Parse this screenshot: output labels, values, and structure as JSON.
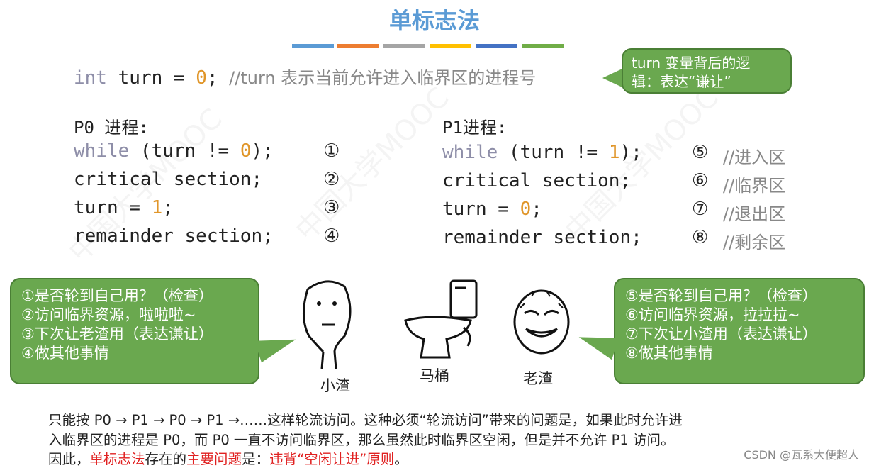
{
  "title": "单标志法",
  "colors": [
    "#5b9bd5",
    "#ed7d31",
    "#a5a5a5",
    "#ffc000",
    "#4472c4",
    "#70ad47"
  ],
  "init_line": {
    "kw": "int",
    "rest": " turn = ",
    "num": "0",
    "end": "; ",
    "comment": "//turn 表示当前允许进入临界区的进程号"
  },
  "top_bubble": {
    "line1": "turn 变量背后的逻",
    "line2": "辑：表达“谦让”"
  },
  "p0": {
    "title": "P0 进程:",
    "while_kw": "while",
    "while_pre": " (turn != ",
    "while_num": "0",
    "while_post": ");",
    "critical": "critical section;",
    "turn_pre": "turn = ",
    "turn_num": "1",
    "turn_post": ";",
    "remainder": "remainder section;",
    "marks": [
      "①",
      "②",
      "③",
      "④"
    ]
  },
  "p1": {
    "title": "P1进程:",
    "while_kw": "while",
    "while_pre": " (turn != ",
    "while_num": "1",
    "while_post": ");",
    "critical": "critical section;",
    "turn_pre": "turn = ",
    "turn_num": "0",
    "turn_post": ";",
    "remainder": "remainder section;",
    "marks": [
      "⑤",
      "⑥",
      "⑦",
      "⑧"
    ],
    "comments": [
      "//进入区",
      "//临界区",
      "//退出区",
      "//剩余区"
    ]
  },
  "left_bubble": [
    "①是否轮到自己用？（检查）",
    "②访问临界资源，啦啦啦~",
    "③下次让老渣用（表达谦让）",
    "④做其他事情"
  ],
  "right_bubble": [
    "⑤是否轮到自己用？（检查）",
    "⑥访问临界资源，拉拉拉~",
    "⑦下次让小渣用（表达谦让）",
    "⑧做其他事情"
  ],
  "captions": {
    "left": "小渣",
    "middle": "马桶",
    "right": "老渣"
  },
  "footer": {
    "line1": "只能按 P0 → P1 → P0 → P1 →……这样轮流访问。这种必须“轮流访问”带来的问题是，如果此时允许进",
    "line2": "入临界区的进程是 P0，而 P0 一直不访问临界区，那么虽然此时临界区空闲，但是并不允许 P1 访问。",
    "line3_a": "因此，",
    "line3_b": "单标志法",
    "line3_c": "存在的",
    "line3_d": "主要问题",
    "line3_e": "是：",
    "line3_f": "违背“空闲让进”原则",
    "line3_g": "。"
  },
  "watermark": "CSDN @瓦系大便超人"
}
